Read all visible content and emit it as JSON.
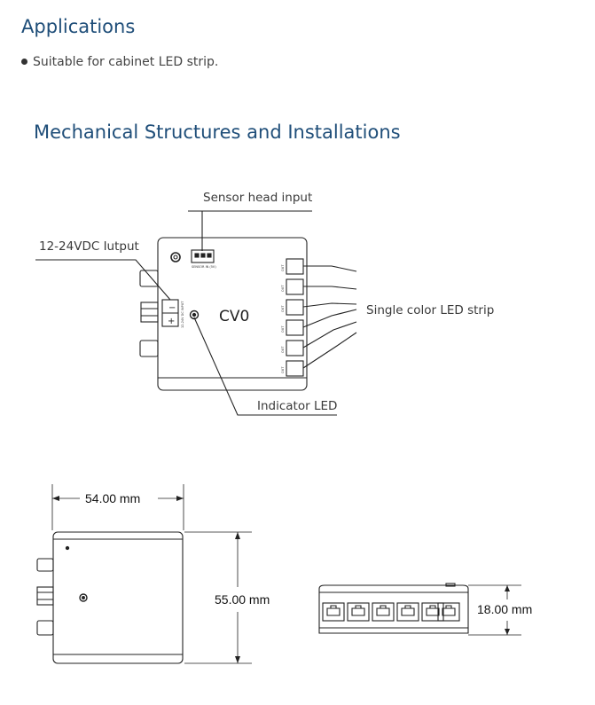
{
  "applications": {
    "heading": "Applications",
    "bullet": "Suitable for cabinet LED strip."
  },
  "mechanical": {
    "heading": "Mechanical Structures and Installations"
  },
  "diagram": {
    "sensor_label": "Sensor head input",
    "power_label": "12-24VDC Iutput",
    "strip_label": "Single color LED strip",
    "indicator_label": "Indicator LED",
    "model": "CV0",
    "sensor_port_text": "SENSOR IN (5V)",
    "power_port_text": "12-24V DC INPUT",
    "minus": "−",
    "plus": "+",
    "out_text": "OUT"
  },
  "dimensions": {
    "width": "54.00 mm",
    "height": "55.00 mm",
    "thickness": "18.00 mm"
  }
}
